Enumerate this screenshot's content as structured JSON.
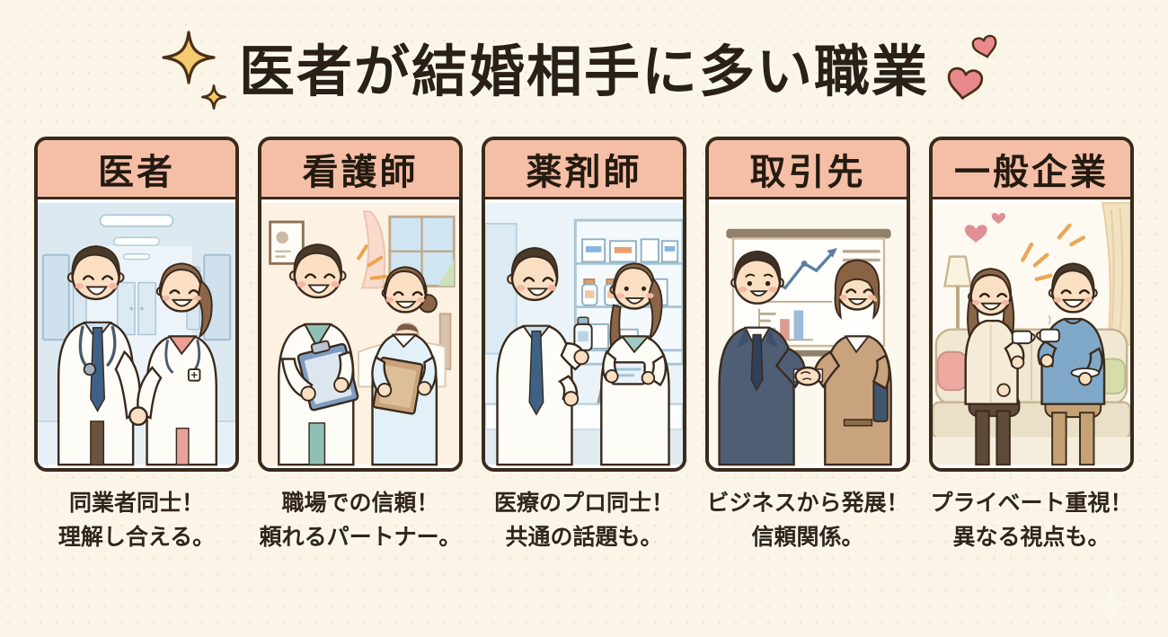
{
  "header": {
    "title": "医者が結婚相手に多い職業"
  },
  "cards": [
    {
      "label": "医者",
      "illustration": "doctor-couple-holding-hands-in-hospital-corridor",
      "desc_line1": "同業者同士！",
      "desc_line2": "理解し合える。"
    },
    {
      "label": "看護師",
      "illustration": "doctor-and-nurse-with-clipboards-in-ward",
      "desc_line1": "職場での信頼！",
      "desc_line2": "頼れるパートナー。"
    },
    {
      "label": "薬剤師",
      "illustration": "doctor-and-pharmacist-at-pharmacy-counter",
      "desc_line1": "医療のプロ同士！",
      "desc_line2": "共通の話題も。"
    },
    {
      "label": "取引先",
      "illustration": "business-handshake-in-front-of-charts",
      "desc_line1": "ビジネスから発展！",
      "desc_line2": "信頼関係。"
    },
    {
      "label": "一般企業",
      "illustration": "couple-drinking-coffee-on-sofa",
      "desc_line1": "プライベート重視！",
      "desc_line2": "異なる視点も。"
    }
  ],
  "colors": {
    "background": "#faf5e6",
    "card_header": "#f5bfa7",
    "card_border": "#3a2a1d",
    "title_text": "#2b2015",
    "description_text": "#32251a",
    "sparkle_gold": "#f7ca70",
    "heart_pink": "#e9898c"
  }
}
